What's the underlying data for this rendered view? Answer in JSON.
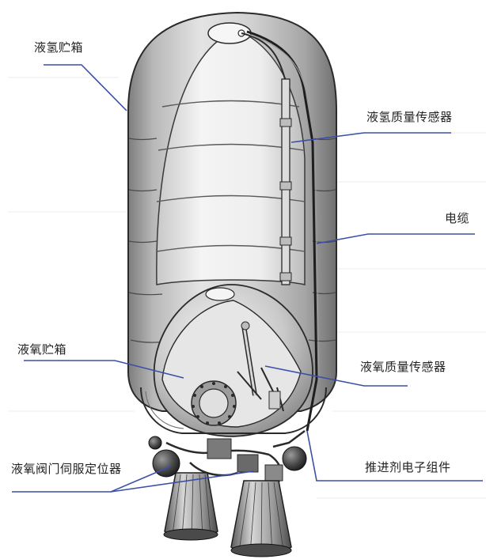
{
  "labels": {
    "lh2_tank": "液氢贮箱",
    "lh2_mass_sensor": "液氢质量传感器",
    "cable": "电缆",
    "lox_tank": "液氧贮箱",
    "lox_mass_sensor": "液氧质量传感器",
    "lox_valve_servo_positioner": "液氧阀门伺服定位器",
    "propellant_electronics": "推进剂电子组件"
  },
  "colors": {
    "leader_line": "#3a4fa8",
    "outline": "#2a2a2a",
    "shading_dark": "#8a8a8a",
    "shading_mid": "#b9b9b9",
    "shading_light": "#e9e9e9",
    "background": "#ffffff"
  }
}
